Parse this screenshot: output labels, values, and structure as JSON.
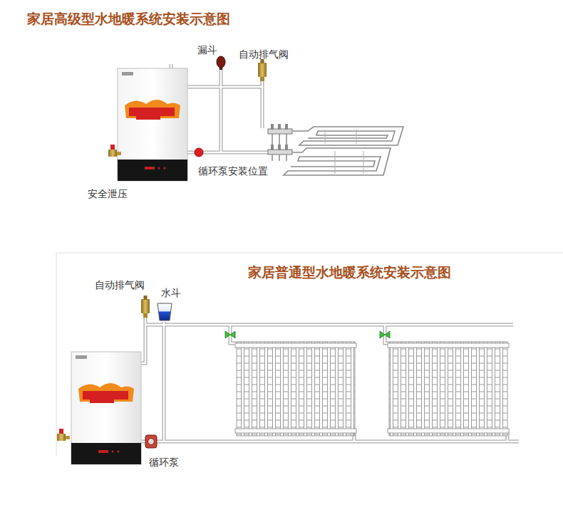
{
  "diagram": {
    "title": "家居高级型水地暖系统安装示意图",
    "labels": [
      "漏斗",
      "自动排气阀",
      "循环泵安装位置",
      "安全泄压",
      "家居普通型水地暖系统安装示意图",
      "自动排气阀",
      "水斗",
      "循环泵"
    ]
  }
}
